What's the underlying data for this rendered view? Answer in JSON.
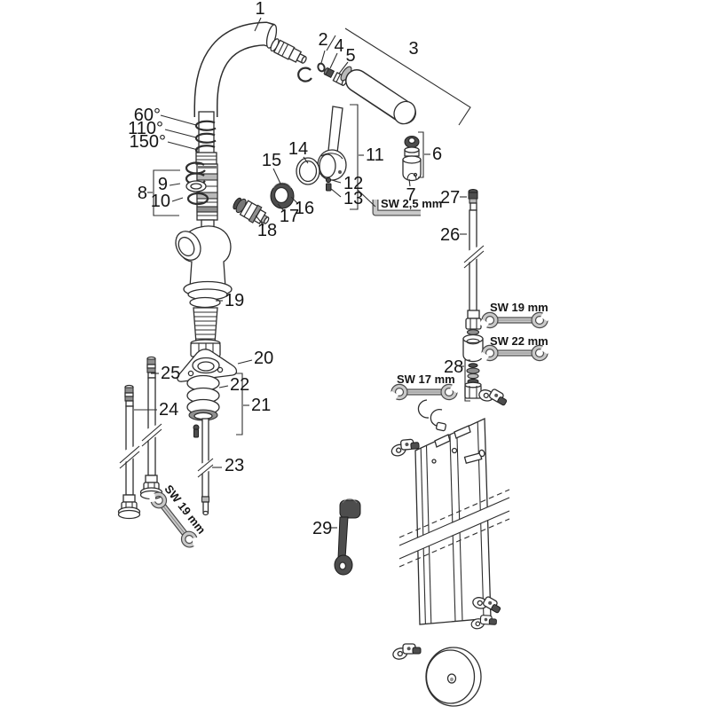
{
  "callouts": {
    "n1": "1",
    "n2": "2",
    "n3": "3",
    "n4": "4",
    "n5": "5",
    "n6": "6",
    "n7": "7",
    "n8": "8",
    "n9": "9",
    "n10": "10",
    "n11": "11",
    "n12": "12",
    "n13": "13",
    "n14": "14",
    "n15": "15",
    "n16": "16",
    "n17": "17",
    "n18": "18",
    "n19": "19",
    "n20": "20",
    "n21": "21",
    "n22": "22",
    "n23": "23",
    "n24": "24",
    "n25": "25",
    "n26": "26",
    "n27": "27",
    "n28": "28",
    "n29": "29"
  },
  "angle_labels": {
    "a60": "60°",
    "a110": "110°",
    "a150": "150°"
  },
  "tool_labels": {
    "allen_key": "SW 2,5 mm",
    "wrench_19_right": "SW 19 mm",
    "wrench_22": "SW 22 mm",
    "wrench_17": "SW 17 mm",
    "wrench_19_left": "SW 19 mm"
  },
  "colors": {
    "background": "#ffffff",
    "line": "#2e2e2e",
    "label": "#151515",
    "tool_fill": "#c9c9c9",
    "dark_part": "#4d4d4d",
    "mid_gray": "#8f8f8f",
    "light_gray": "#b9b9b9"
  }
}
